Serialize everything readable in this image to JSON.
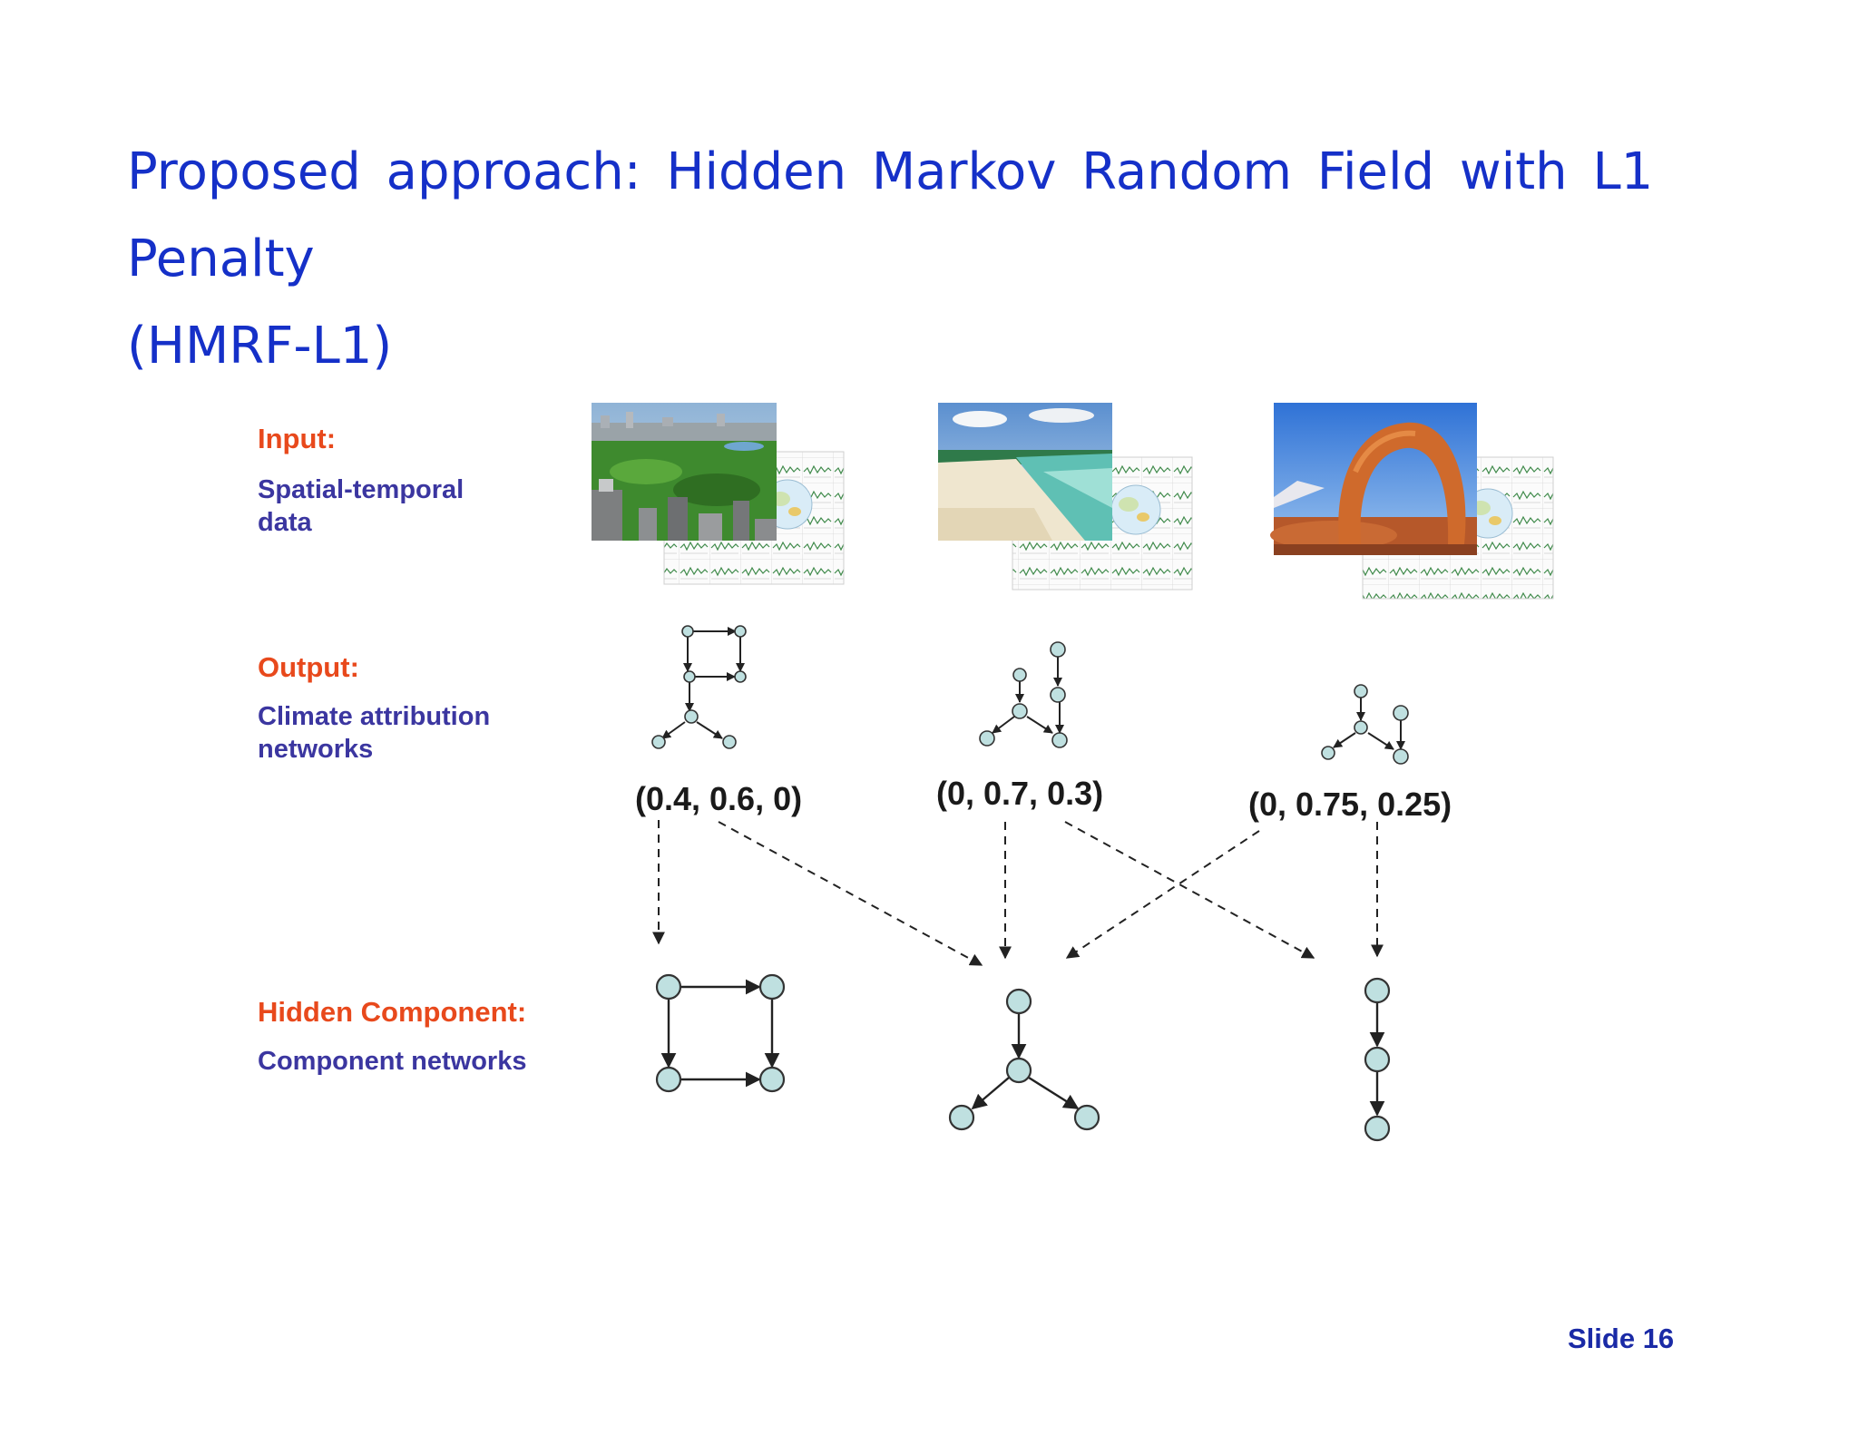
{
  "title": {
    "line1": "Proposed approach: Hidden Markov Random Field with L1 Penalty",
    "line2": "(HMRF-L1)"
  },
  "rows": {
    "input": {
      "heading": "Input:",
      "desc_line1": "Spatial-temporal",
      "desc_line2": "data"
    },
    "output": {
      "heading": "Output:",
      "desc_line1": "Climate attribution",
      "desc_line2": "networks"
    },
    "hidden": {
      "heading": "Hidden Component:",
      "desc": "Component networks"
    }
  },
  "inputs": [
    {
      "scene": "city-park-photo"
    },
    {
      "scene": "beach-photo"
    },
    {
      "scene": "desert-arch-photo"
    }
  ],
  "weights": [
    "(0.4, 0.6, 0)",
    "(0, 0.7, 0.3)",
    "(0, 0.75, 0.25)"
  ],
  "slide_number": "Slide 16",
  "colors": {
    "title": "#1530c8",
    "heading": "#e8491c",
    "description": "#3b36a0",
    "node_fill": "#bfe0e0",
    "node_stroke": "#333333"
  }
}
